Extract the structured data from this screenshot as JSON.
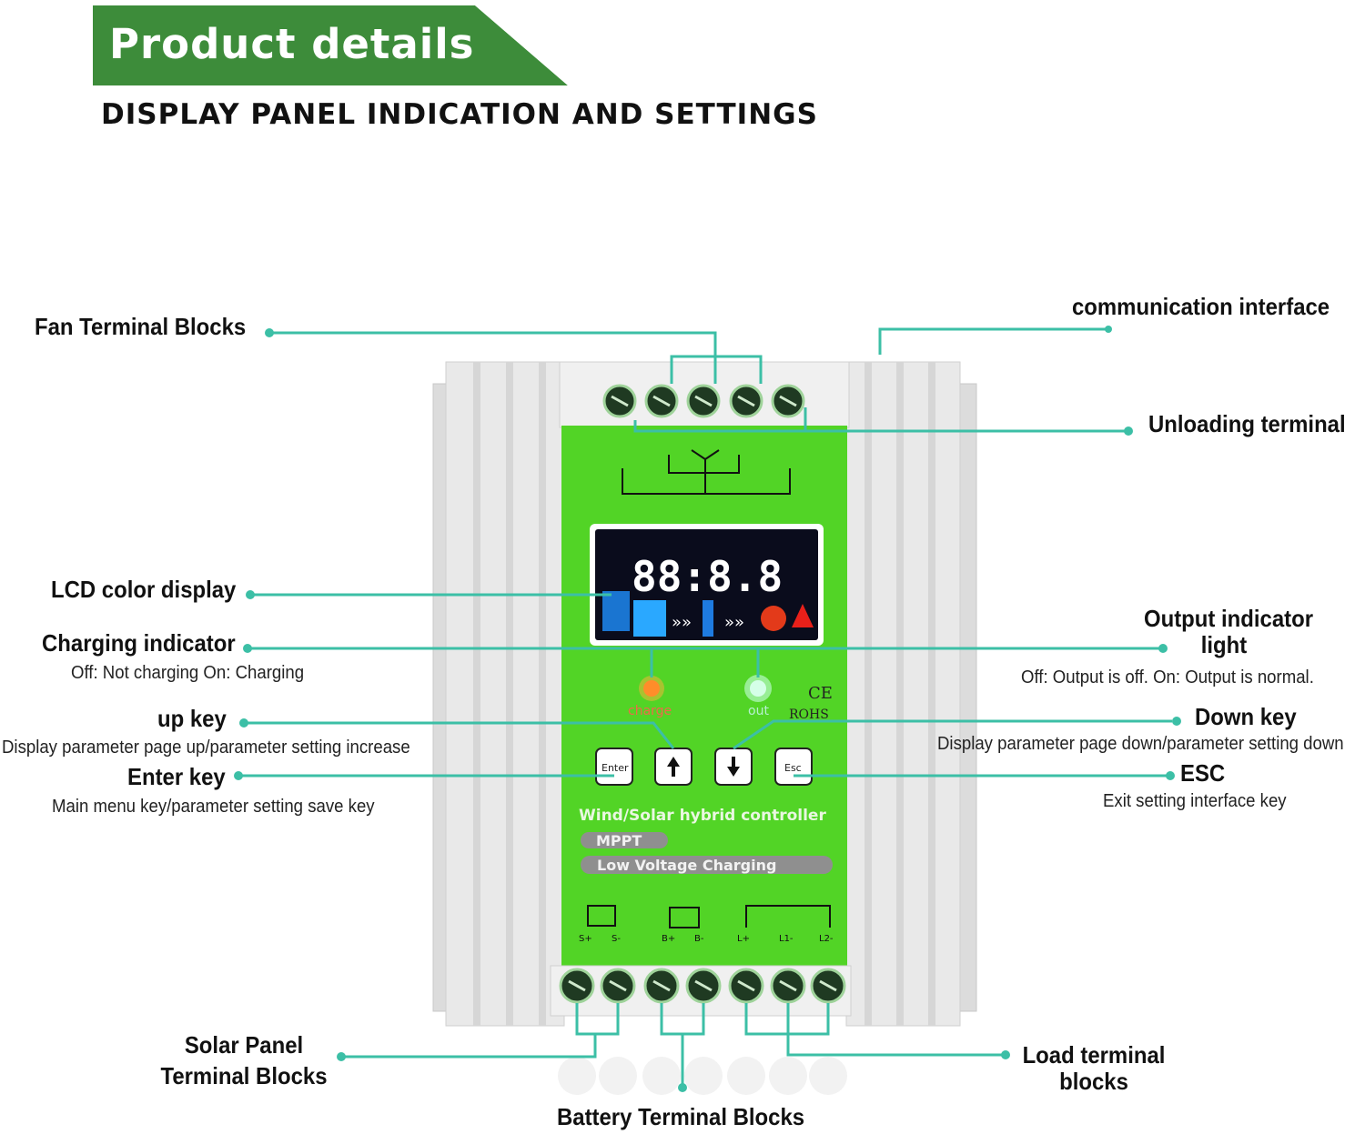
{
  "header": {
    "title": "Product details",
    "subtitle": "DISPLAY PANEL INDICATION AND SETTINGS"
  },
  "colors": {
    "banner_green": "#3d8c3a",
    "leader_teal": "#3cbfa6",
    "panel_green": "#52d426",
    "heatsink_gray": "#e6e6e6"
  },
  "callouts": {
    "fan_terminal": "Fan Terminal Blocks",
    "communication": "communication interface",
    "unloading": "Unloading terminal",
    "lcd": "LCD color display",
    "charging_indicator": "Charging indicator",
    "charging_desc": "Off: Not charging On: Charging",
    "output_indicator_line1": "Output indicator",
    "output_indicator_line2": "light",
    "output_desc": "Off: Output is off. On: Output is normal.",
    "up_key": "up key",
    "up_desc": "Display parameter page up/parameter setting increase",
    "down_key": "Down key",
    "down_desc": "Display parameter page down/parameter setting down",
    "enter_key": "Enter key",
    "enter_desc": "Main menu key/parameter setting save key",
    "esc_key": "ESC",
    "esc_desc": "Exit setting interface key",
    "solar_line1": "Solar Panel",
    "solar_line2": "Terminal Blocks",
    "load_line1": "Load terminal",
    "load_line2": "blocks",
    "battery": "Battery Terminal Blocks"
  },
  "device": {
    "lcd_digits": "88:8.8",
    "charge_led_label": "charge",
    "out_led_label": "out",
    "cert": "CE",
    "rohs": "ROHS",
    "enter_btn": "Enter",
    "esc_btn": "Esc",
    "product_name": "Wind/Solar hybrid controller",
    "tag_mppt": "MPPT",
    "tag_low_voltage": "Low Voltage Charging",
    "terminal_labels": [
      "S+",
      "S-",
      "B+",
      "B-",
      "L+",
      "L1-",
      "L2-"
    ]
  }
}
